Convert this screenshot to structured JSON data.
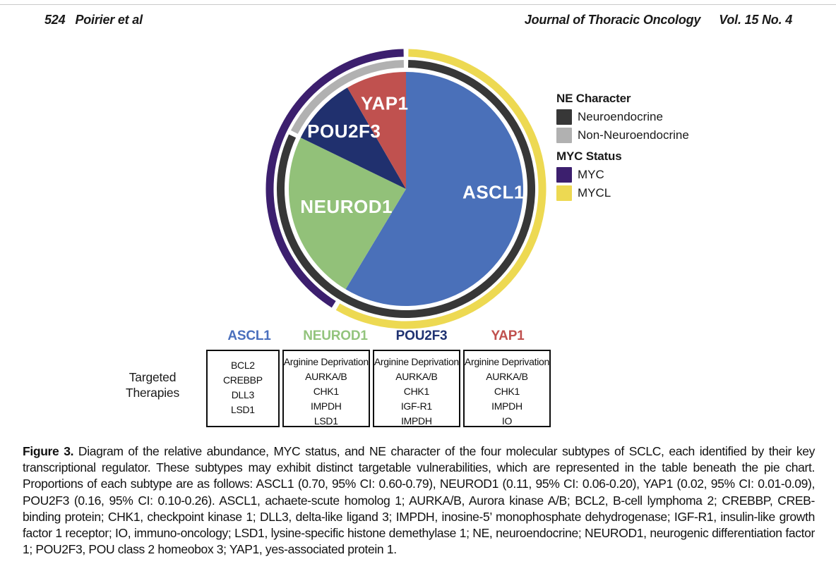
{
  "header": {
    "page_number": "524",
    "authors": "Poirier et al",
    "journal": "Journal of Thoracic Oncology",
    "volume": "Vol. 15 No. 4"
  },
  "chart_data": {
    "type": "pie",
    "title": "",
    "description": "Relative abundance of the four SCLC molecular subtypes; inner ring shows NE character, outer ring shows MYC status",
    "slice_label_color": "#ffffff",
    "slices": [
      {
        "id": "ascl1",
        "label": "ASCL1",
        "color": "#4a70b9",
        "start_deg": 0,
        "end_deg": 211,
        "drawn_fraction": 0.59,
        "reported_proportion": 0.7,
        "reported_ci": "0.60-0.79",
        "label_angle_deg": 92,
        "label_radius": 124
      },
      {
        "id": "neurod1",
        "label": "NEUROD1",
        "color": "#92c179",
        "start_deg": 211,
        "end_deg": 296,
        "drawn_fraction": 0.24,
        "reported_proportion": 0.11,
        "reported_ci": "0.06-0.20",
        "label_angle_deg": 253.5,
        "label_radius": 88
      },
      {
        "id": "pou2f3",
        "label": "POU2F3",
        "color": "#20306e",
        "start_deg": 296,
        "end_deg": 330,
        "drawn_fraction": 0.09,
        "reported_proportion": 0.16,
        "reported_ci": "0.10-0.26",
        "label_angle_deg": 313,
        "label_radius": 120
      },
      {
        "id": "yap1",
        "label": "YAP1",
        "color": "#c0514f",
        "start_deg": 330,
        "end_deg": 360,
        "drawn_fraction": 0.08,
        "reported_proportion": 0.02,
        "reported_ci": "0.01-0.09",
        "label_angle_deg": 346,
        "label_radius": 125
      }
    ],
    "rings": [
      {
        "id": "ne-character",
        "name": "NE Character",
        "position": "inner",
        "segments": [
          {
            "label": "Neuroendocrine",
            "color": "#373737",
            "start_deg": 0,
            "end_deg": 296
          },
          {
            "label": "Non-Neuroendocrine",
            "color": "#b1b1b1",
            "start_deg": 296,
            "end_deg": 360
          }
        ]
      },
      {
        "id": "myc-status",
        "name": "MYC Status",
        "position": "outer",
        "segments": [
          {
            "label": "MYCL",
            "color": "#edd952",
            "start_deg": 0,
            "end_deg": 211
          },
          {
            "label": "MYC",
            "color": "#3c1f6e",
            "start_deg": 211,
            "end_deg": 360
          }
        ]
      }
    ]
  },
  "legend": {
    "sections": [
      {
        "title": "NE Character",
        "items": [
          {
            "label": "Neuroendocrine",
            "color": "#373737"
          },
          {
            "label": "Non-Neuroendocrine",
            "color": "#b1b1b1"
          }
        ]
      },
      {
        "title": "MYC Status",
        "items": [
          {
            "label": "MYC",
            "color": "#3c1f6e"
          },
          {
            "label": "MYCL",
            "color": "#edd952"
          }
        ]
      }
    ]
  },
  "therapy_table": {
    "row_label_lines": [
      "Targeted",
      "Therapies"
    ],
    "columns": [
      {
        "header": "ASCL1",
        "header_color": "#4a6fbd",
        "items": [
          "BCL2",
          "CREBBP",
          "DLL3",
          "LSD1"
        ]
      },
      {
        "header": "NEUROD1",
        "header_color": "#93c47d",
        "items": [
          "Arginine Deprivation",
          "AURKA/B",
          "CHK1",
          "IMPDH",
          "LSD1"
        ]
      },
      {
        "header": "POU2F3",
        "header_color": "#1f3272",
        "items": [
          "Arginine Deprivation",
          "AURKA/B",
          "CHK1",
          "IGF-R1",
          "IMPDH"
        ]
      },
      {
        "header": "YAP1",
        "header_color": "#c0504e",
        "items": [
          "Arginine Deprivation",
          "AURKA/B",
          "CHK1",
          "IMPDH",
          "IO"
        ]
      }
    ]
  },
  "caption": {
    "label": "Figure 3.",
    "text": "Diagram of the relative abundance, MYC status, and NE character of the four molecular subtypes of SCLC, each identified by their key transcriptional regulator. These subtypes may exhibit distinct targetable vulnerabilities, which are represented in the table beneath the pie chart. Proportions of each subtype are as follows: ASCL1 (0.70, 95% CI: 0.60-0.79), NEUROD1 (0.11, 95% CI: 0.06-0.20), YAP1 (0.02, 95% CI: 0.01-0.09), POU2F3 (0.16, 95% CI: 0.10-0.26). ASCL1, achaete-scute homolog 1; AURKA/B, Aurora kinase A/B; BCL2, B-cell lymphoma 2; CREBBP, CREB-binding protein; CHK1, checkpoint kinase 1; DLL3, delta-like ligand 3; IMPDH, inosine-5’ monophosphate dehydrogenase; IGF-R1, insulin-like growth factor 1 receptor; IO, immuno-oncology; LSD1, lysine-specific histone demethylase 1; NE, neuroendocrine; NEUROD1, neurogenic differentiation factor 1; POU2F3, POU class 2 homeobox 3; YAP1, yes-associated protein 1."
  }
}
